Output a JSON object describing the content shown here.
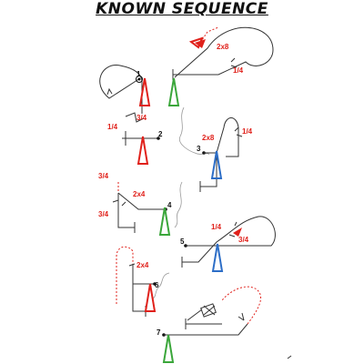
{
  "title": "KNOWN SEQUENCE",
  "figures": [
    {
      "number": "1",
      "labels": [
        "2x8",
        "1/4",
        "3/4",
        "1/4"
      ]
    },
    {
      "number": "2",
      "labels": []
    },
    {
      "number": "3",
      "labels": [
        "2x8",
        "1/4"
      ]
    },
    {
      "number": "4",
      "labels": [
        "3/4",
        "2x4",
        "3/4"
      ]
    },
    {
      "number": "5",
      "labels": [
        "1/4",
        "3/4"
      ]
    },
    {
      "number": "6",
      "labels": [
        "2x4"
      ]
    },
    {
      "number": "7",
      "labels": []
    }
  ],
  "colors": {
    "upline_red": "#e0211b",
    "upline_green": "#3aa63a",
    "upline_blue": "#2d6ec7",
    "line_black": "#333333",
    "connector_grey": "#9a9a9a"
  }
}
